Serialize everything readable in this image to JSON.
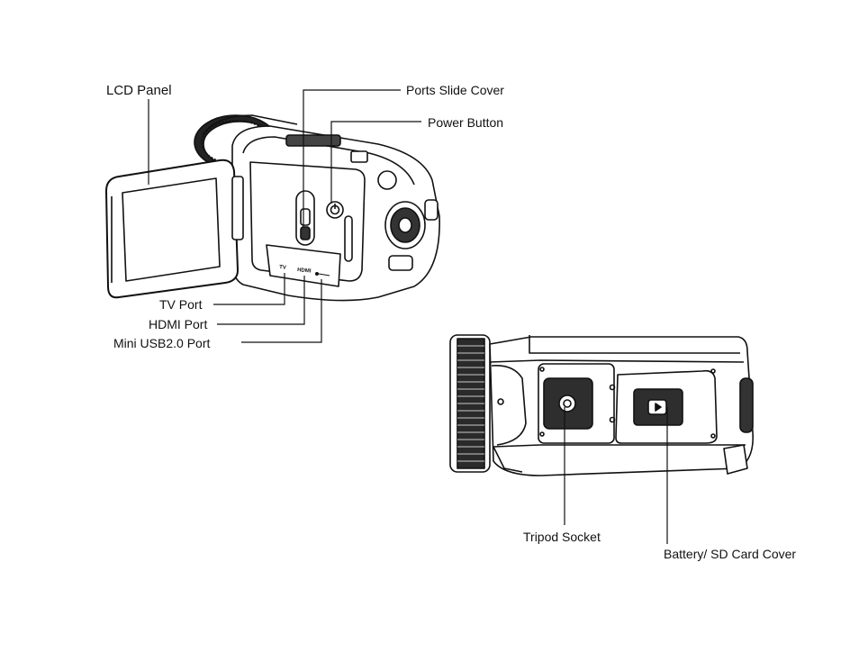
{
  "labels": {
    "lcd_panel": "LCD Panel",
    "ports_slide_cover": "Ports Slide Cover",
    "power_button": "Power Button",
    "tv_port": "TV Port",
    "hdmi_port": "HDMI Port",
    "mini_usb_port": "Mini USB2.0 Port",
    "tripod_socket": "Tripod Socket",
    "battery_sd_cover": "Battery/ SD Card Cover"
  },
  "port_markings": {
    "tv": "TV",
    "hdmi": "HDMI"
  }
}
